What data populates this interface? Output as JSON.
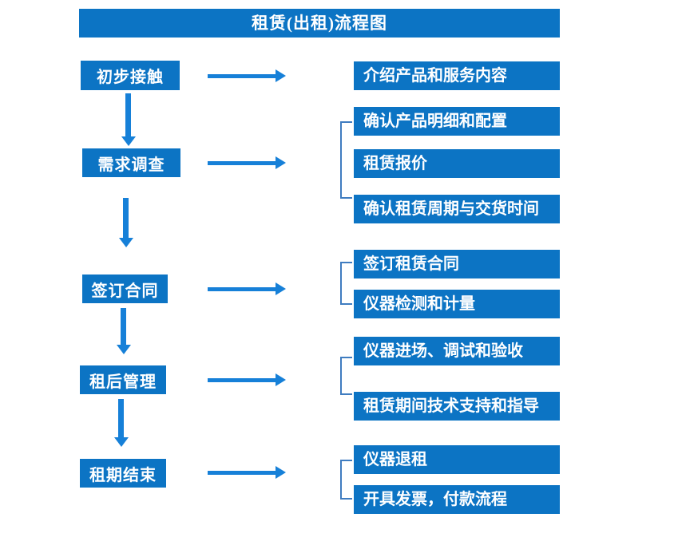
{
  "title": "租赁(出租)流程图",
  "colors": {
    "page_bg": "#ffffff",
    "box_blue": "#0c74c4",
    "arrow_blue": "#1680d8",
    "bracket_blue": "#3f7cc0",
    "text_white": "#ffffff"
  },
  "stages": [
    {
      "label": "初步接触",
      "details": [
        "介绍产品和服务内容"
      ]
    },
    {
      "label": "需求调查",
      "details": [
        "确认产品明细和配置",
        "租赁报价",
        "确认租赁周期与交货时间"
      ]
    },
    {
      "label": "签订合同",
      "details": [
        "签订租赁合同",
        "仪器检测和计量"
      ]
    },
    {
      "label": "租后管理",
      "details": [
        "仪器进场、调试和验收",
        "租赁期间技术支持和指导"
      ]
    },
    {
      "label": "租期结束",
      "details": [
        "仪器退租",
        "开具发票，付款流程"
      ]
    }
  ]
}
